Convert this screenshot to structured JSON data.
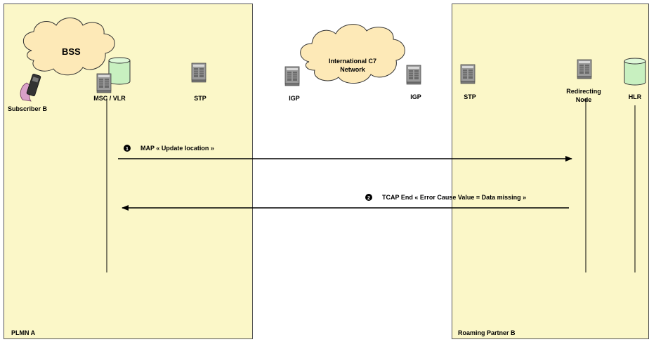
{
  "zones": {
    "left": "PLMN A",
    "right": "Roaming Partner B"
  },
  "nodes": {
    "bss": "BSS",
    "subscriber": "Subscriber B",
    "msc_vlr": "MSC / VLR",
    "stp_left": "STP",
    "network_line1": "International C7",
    "network_line2": "Network",
    "igp_left": "IGP",
    "igp_right": "IGP",
    "stp_right": "STP",
    "redirect_line1": "Redirecting",
    "redirect_line2": "Node",
    "hlr": "HLR"
  },
  "messages": [
    {
      "step": "1",
      "label": "MAP « Update location »"
    },
    {
      "step": "2",
      "label": "TCAP End «  Error Cause Value = Data missing »"
    }
  ],
  "colors": {
    "zone_fill": "#fbf7c8",
    "cloud_fill": "#fde9b7",
    "db_fill": "#c8f0c0",
    "server_fill": "#9a9a9a",
    "phone_fill": "#d9a0c8"
  }
}
